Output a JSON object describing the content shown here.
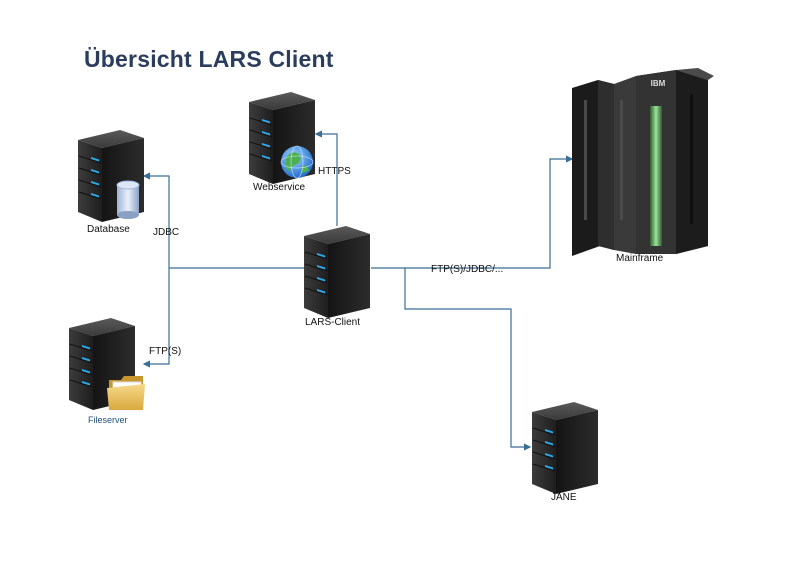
{
  "title": "Übersicht LARS Client",
  "nodes": {
    "database": "Database",
    "webservice": "Webservice",
    "lars_client": "LARS-Client",
    "fileserver": "Fileserver",
    "mainframe": "Mainframe",
    "jane": "JANE",
    "mainframe_brand": "IBM"
  },
  "connections": {
    "jdbc": "JDBC",
    "https": "HTTPS",
    "ftps": "FTP(S)",
    "mainframe_link": "FTP(S)/JDBC/..."
  },
  "colors": {
    "title": "#2b3d5c",
    "line": "#3b6e96",
    "server_body": "#2a2a2a",
    "server_led": "#2aa9e6"
  }
}
